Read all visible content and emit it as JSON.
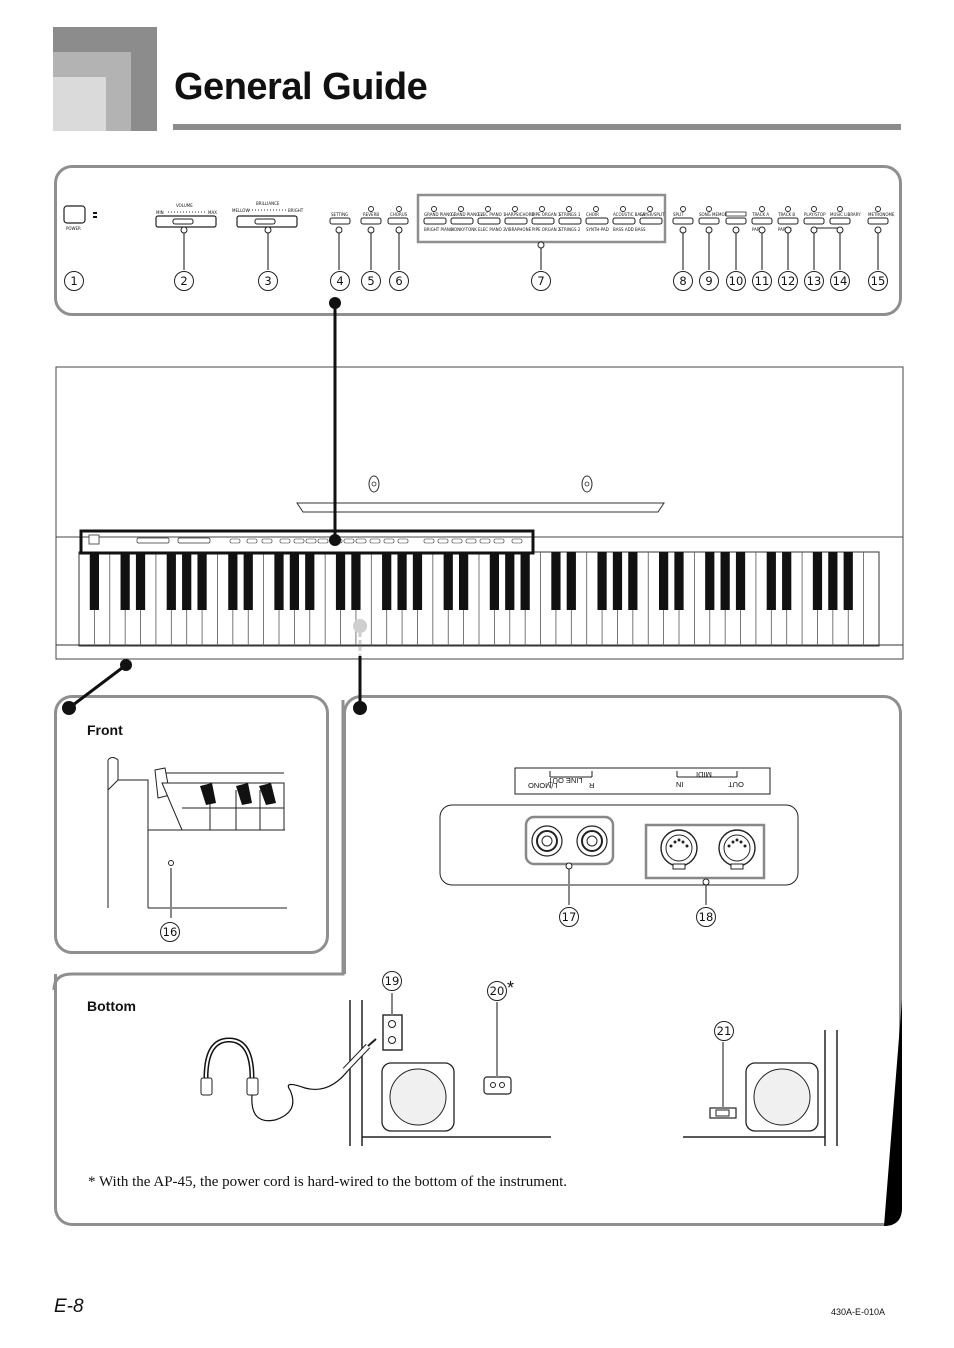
{
  "title": "General Guide",
  "callouts": [
    "1",
    "2",
    "3",
    "4",
    "5",
    "6",
    "7",
    "8",
    "9",
    "10",
    "11",
    "12",
    "13",
    "14",
    "15",
    "16",
    "17",
    "18",
    "19",
    "20",
    "21"
  ],
  "console": {
    "power_label": "POWER",
    "volume_label": "VOLUME",
    "volume_min": "MIN",
    "volume_max": "MAX",
    "brilliance_label": "BRILLIANCE",
    "brilliance_min": "MELLOW",
    "brilliance_max": "BRIGHT",
    "setting_label": "SETTING",
    "reverb_label": "REVERB",
    "chorus_label": "CHORUS",
    "tones_top": [
      "GRAND PIANO 1",
      "GRAND PIANO 2",
      "ELEC PIANO 1",
      "HARPSICHORD",
      "PIPE ORGAN 1",
      "STRINGS 1",
      "CHOIR",
      "ACOUSTIC BASS",
      "LAYER/SPLIT"
    ],
    "tones_bottom": [
      "BRIGHT PIANO",
      "HONKY-TONK",
      "ELEC PIANO 2",
      "VIBRAPHONE",
      "PIPE ORGAN 2",
      "STRINGS 2",
      "SYNTH-PAD",
      "BASS ADD BASS"
    ],
    "right_labels": [
      "SPLIT",
      "SONG MEMORY",
      "",
      "TRACK A",
      "TRACK B",
      "PLAY/STOP",
      "MUSIC LIBRARY",
      "METRONOME"
    ],
    "right_bottom": [
      "PART L",
      "PART R"
    ]
  },
  "front_label": "Front",
  "bottom_label": "Bottom",
  "jack_panel": {
    "line_out": "LINE OUT",
    "l_mono": "L/MONO",
    "r": "R",
    "midi": "MIDI",
    "in": "IN",
    "out": "OUT"
  },
  "asterisk": "*",
  "footnote": "* With the AP-45, the power cord is hard-wired to the bottom of the instrument.",
  "page_number": "E-8",
  "doc_code": "430A-E-010A"
}
